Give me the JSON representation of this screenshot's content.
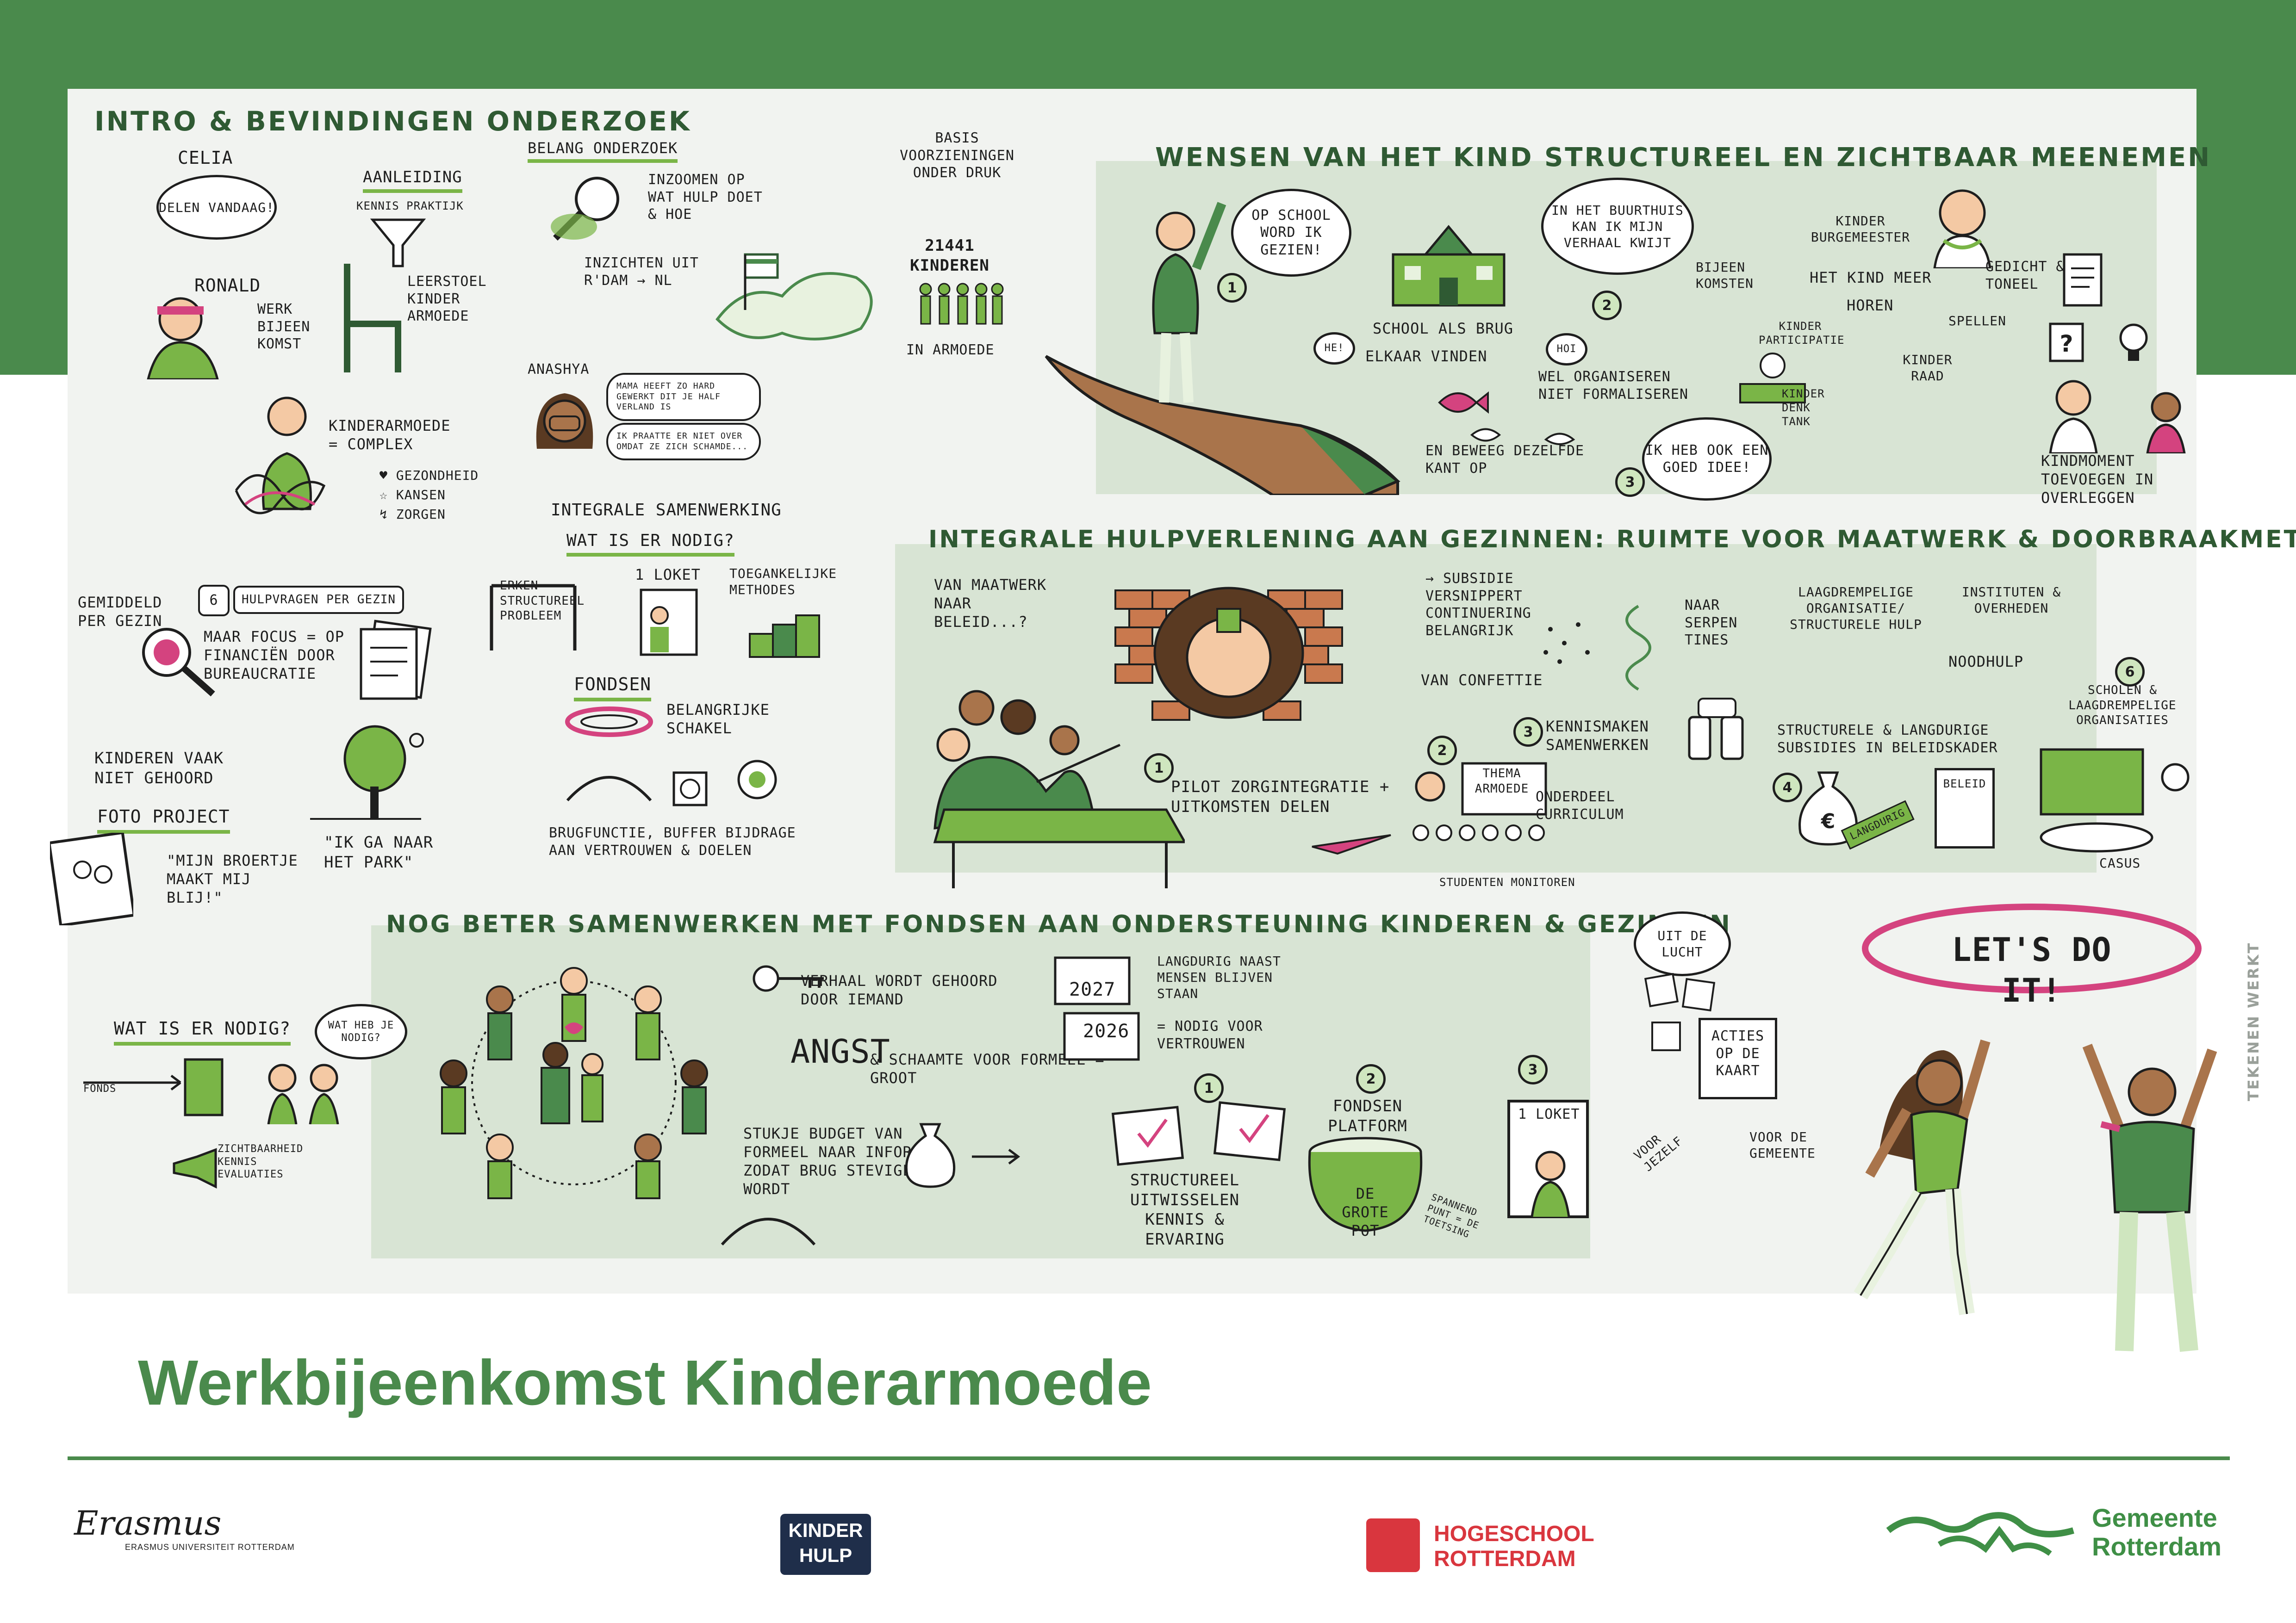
{
  "title": "Werkbijeenkomst Kinderarmoede",
  "credit": "TEKENEN WERKT",
  "colors": {
    "brand_green": "#4a8a4c",
    "panel": "#d8e4d4",
    "accent_pink": "#d4437f",
    "light_green": "#7ab547"
  },
  "intro": {
    "heading": "INTRO & BEVINDINGEN ONDERZOEK",
    "celia": "CELIA",
    "celia_bubble": "DELEN VANDAAG!",
    "ronald": "RONALD",
    "ronald_note": "WERK BIJEEN KOMST",
    "aanleiding": "AANLEIDING",
    "kennis_praktijk": "KENNIS PRAKTIJK",
    "leerstoel": "LEERSTOEL KINDER ARMOEDE",
    "belang": "BELANG ONDERZOEK",
    "inzoomen": "INZOOMEN OP WAT HULP DOET & HOE",
    "inzichten": "INZICHTEN UIT R'DAM → NL",
    "basis": "BASIS VOORZIENINGEN ONDER DRUK",
    "aantal": "21441 KINDEREN",
    "in_armoede": "IN ARMOEDE",
    "kinderarmoede": "KINDERARMOEDE = COMPLEX",
    "gezondheid": "♥ GEZONDHEID",
    "kansen": "☆ KANSEN",
    "zorgen": "↯ ZORGEN",
    "anashya": "ANASHYA",
    "anashya_quote1": "MAMA HEEFT ZO HARD GEWERKT DIT JE HALF VERLAND IS",
    "anashya_quote2": "IK PRAATTE ER NIET OVER OMDAT ZE ZICH SCHAMDE...",
    "gemiddeld": "GEMIDDELD PER GEZIN",
    "aantal_hulpvragen": "6",
    "hulpvragen": "HULPVRAGEN PER GEZIN",
    "focus": "MAAR FOCUS = OP FINANCIËN DOOR BUREAUCRATIE",
    "integrale": "INTEGRALE SAMENWERKING",
    "wat_nodig": "WAT IS ER NODIG?",
    "erken": "ERKEN STRUCTUREEL PROBLEEM",
    "loket": "1 LOKET",
    "toegankelijke": "TOEGANKELIJKE METHODES",
    "fondsen": "FONDSEN",
    "belangrijke_schakel": "BELANGRIJKE SCHAKEL",
    "brugfunctie": "BRUGFUNCTIE, BUFFER BIJDRAGE AAN VERTROUWEN & DOELEN",
    "kinderen_gehoord": "KINDEREN VAAK NIET GEHOORD",
    "foto": "FOTO PROJECT",
    "broertje": "\"MIJN BROERTJE MAAKT MIJ BLIJ!\"",
    "park": "\"IK GA NAAR HET PARK\""
  },
  "wensen": {
    "heading": "WENSEN VAN HET KIND  STRUCTUREEL EN ZICHTBAAR MEENEMEN",
    "op_school": "OP SCHOOL WORD IK GEZIEN!",
    "buurthuis": "IN HET BUURTHUIS KAN IK MIJN VERHAAL KWIJT",
    "school_brug": "SCHOOL ALS BRUG",
    "elkaar": "ELKAAR VINDEN",
    "hei": "HE!",
    "hoi": "HOI",
    "organiseren": "WEL ORGANISEREN NIET FORMALISEREN",
    "beweeg": "EN BEWEEG DEZELFDE KANT OP",
    "goed_idee": "IK HEB OOK EEN GOED IDEE!",
    "burgemeester": "KINDER BURGEMEESTER",
    "bijeenkomsten": "BIJEEN KOMSTEN",
    "kind_meer": "HET KIND MEER",
    "horen": "HOREN",
    "gedicht": "GEDICHT & TONEEL",
    "spellen": "SPELLEN",
    "participatie": "KINDER PARTICIPATIE",
    "raad": "KINDER RAAD",
    "denktank": "KINDER DENK TANK",
    "kindmoment": "KINDMOMENT TOEVOEGEN IN OVERLEGGEN"
  },
  "integrale_hulp": {
    "heading": "INTEGRALE HULPVERLENING AAN GEZINNEN: RUIMTE VOOR MAATWERK & DOORBRAAKMETHODES",
    "maatwerk": "VAN MAATWERK NAAR BELEID...?",
    "subsidie": "→ SUBSIDIE VERSNIPPERT CONTINUERING BELANGRIJK",
    "serpentines": "NAAR SERPEN TINES",
    "confettie": "VAN CONFETTIE",
    "laagdrempelig": "LAAGDREMPELIGE ORGANISATIE/ STRUCTURELE HULP",
    "instituten": "INSTITUTEN & OVERHEDEN",
    "noodhulp": "NOODHULP",
    "kennismaken": "KENNISMAKEN SAMENWERKEN",
    "thema": "THEMA ARMOEDE",
    "onderdeel": "ONDERDEEL CURRICULUM",
    "pilot": "PILOT ZORGINTEGRATIE + UITKOMSTEN DELEN",
    "studenten": "STUDENTEN MONITOREN",
    "langdurige": "STRUCTURELE & LANGDURIGE SUBSIDIES IN BELEIDSKADER",
    "langdurig_tag": "LANGDURIG",
    "beleid": "BELEID",
    "scholen": "SCHOLEN & LAAGDREMPELIGE ORGANISATIES",
    "casus": "CASUS"
  },
  "fondsen_section": {
    "heading": "NOG BETER SAMENWERKEN MET FONDSEN AAN ONDERSTEUNING KINDEREN & GEZINNEN",
    "wat_nodig": "WAT IS ER NODIG?",
    "wat_heb": "WAT HEB JE NODIG?",
    "fonds_label": "FONDS",
    "zichtbaarheid": "ZICHTBAARHEID KENNIS EVALUATIES",
    "verhaal": "VERHAAL WORDT GEHOORD DOOR IEMAND",
    "angst": "ANGST",
    "schaamte": "& SCHAAMTE VOOR FORMEEL = GROOT",
    "jaar1": "2027",
    "jaar2": "2026",
    "langdurig": "LANGDURIG NAAST MENSEN BLIJVEN STAAN",
    "vertrouwen": "= NODIG VOOR VERTROUWEN",
    "budget": "STUKJE BUDGET VAN FORMEEL NAAR INFORMEEL ZODAT BRUG STEVIGER WORDT",
    "structureel": "STRUCTUREEL UITWISSELEN KENNIS & ERVARING",
    "platform": "FONDSEN PLATFORM",
    "grote_pot": "DE GROTE POT",
    "spannend": "SPANNEND PUNT = DE TOETSING",
    "loket": "1 LOKET"
  },
  "acties": {
    "uit_lucht": "UIT DE LUCHT",
    "acties_kaart": "ACTIES OP DE KAART",
    "voor_jezelf": "VOOR JEZELF",
    "voor_gemeente": "VOOR DE GEMEENTE",
    "lets_do_it": "LET'S DO IT!"
  },
  "logos": {
    "erasmus": "Erasmus",
    "erasmus_sub": "ERASMUS UNIVERSITEIT ROTTERDAM",
    "kinderhulp1": "KINDER",
    "kinderhulp2": "HULP",
    "hogeschool1": "HOGESCHOOL",
    "hogeschool2": "ROTTERDAM",
    "gemeente1": "Gemeente",
    "gemeente2": "Rotterdam"
  }
}
